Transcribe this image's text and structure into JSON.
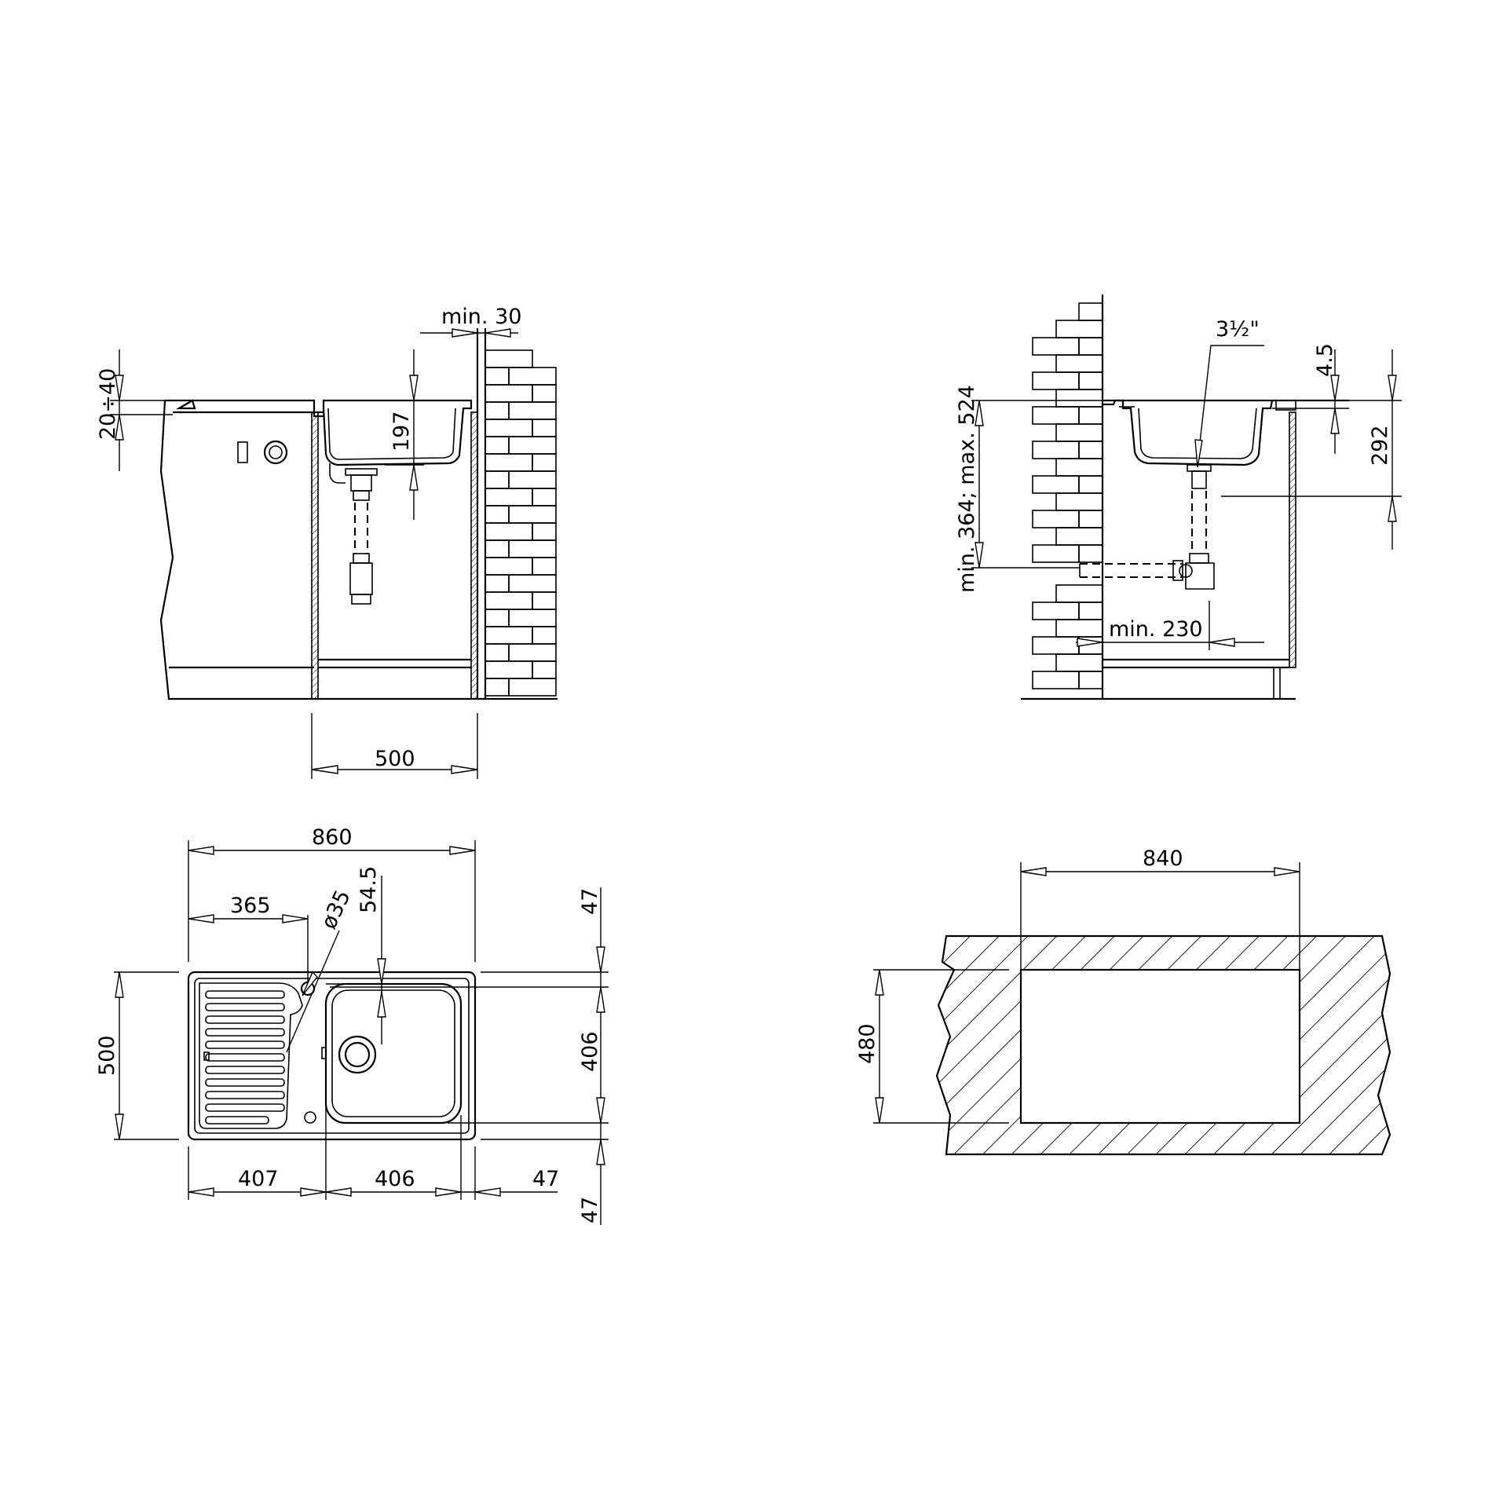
{
  "side_view": {
    "dim_min30": "min. 30",
    "dim_20_40": "20÷40",
    "dim_197": "197",
    "dim_500": "500"
  },
  "front_view": {
    "dim_thread": "3½\"",
    "dim_4_5": "4.5",
    "dim_292": "292",
    "dim_min_max": "min. 364; max. 524",
    "dim_min230": "min. 230"
  },
  "top_view": {
    "dim_860": "860",
    "dim_365": "365",
    "dim_dia35": "ø35",
    "dim_54_5": "54.5",
    "dim_500": "500",
    "dim_47_top": "47",
    "dim_406_v": "406",
    "dim_47_bottom": "47",
    "dim_407": "407",
    "dim_406_h": "406",
    "dim_47_right": "47"
  },
  "cutout_view": {
    "dim_840": "840",
    "dim_480": "480"
  }
}
